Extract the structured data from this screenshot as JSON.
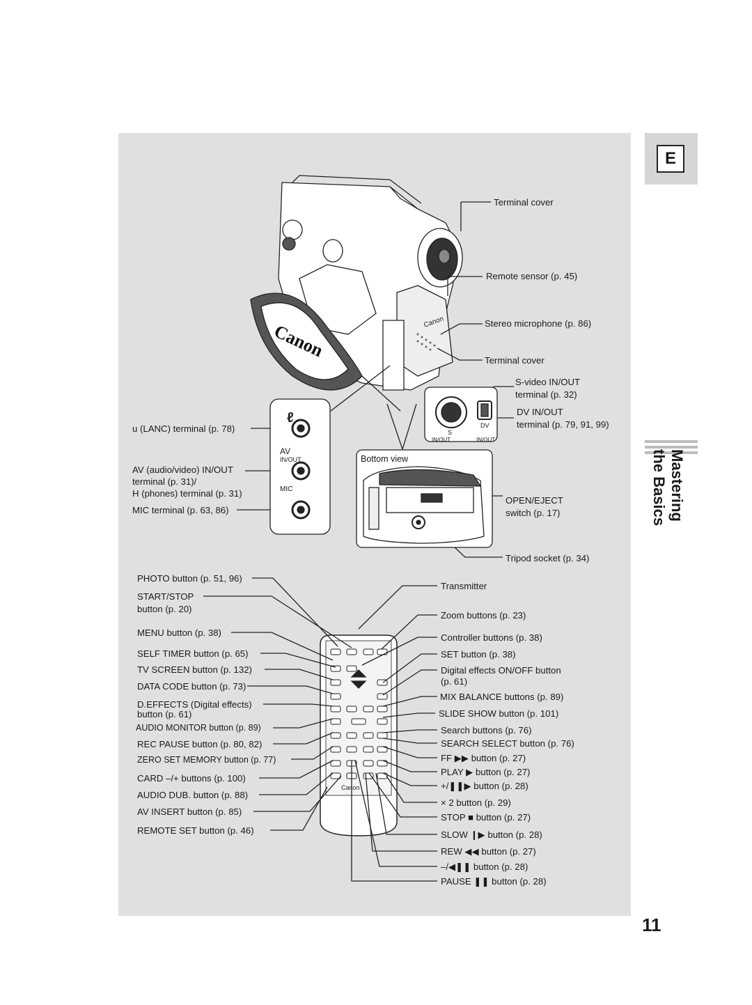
{
  "tab_letter": "E",
  "side_title": {
    "line1": "Mastering",
    "line2": "the Basics"
  },
  "page_number": "11",
  "camera_labels": {
    "terminal_cover_top": "Terminal cover",
    "remote_sensor": "Remote sensor (p. 45)",
    "stereo_mic": "Stereo microphone (p. 86)",
    "terminal_cover_bottom": "Terminal cover",
    "svideo_l1": "S-video IN/OUT",
    "svideo_l2": "terminal (p. 32)",
    "dv_l1": "DV IN/OUT",
    "dv_l2": "terminal (p. 79, 91, 99)",
    "lanc": "u  (LANC) terminal (p. 78)",
    "av_l1": "AV (audio/video) IN/OUT",
    "av_l2": "terminal (p. 31)/",
    "av_l3": "H (phones) terminal (p. 31)",
    "mic": "MIC terminal (p. 63, 86)",
    "bottom_view": "Bottom view",
    "open_eject_l1": "OPEN/EJECT",
    "open_eject_l2": "switch (p. 17)",
    "tripod": "Tripod socket (p. 34)"
  },
  "panel_marks": {
    "av": "AV",
    "inout": "IN/OUT",
    "mic": "MIC",
    "dv": "DV",
    "s": "S",
    "inout_a": "IN/OUT",
    "inout_b": "IN/OUT",
    "brand": "Canon"
  },
  "remote_left": [
    "PHOTO button (p. 51, 96)",
    "START/STOP",
    "button (p. 20)",
    "MENU button (p. 38)",
    "SELF TIMER button (p. 65)",
    "TV SCREEN button (p. 132)",
    "DATA CODE button (p. 73)",
    "D.EFFECTS (Digital effects)",
    "button (p. 61)",
    "AUDIO MONITOR button (p. 89)",
    "REC PAUSE button (p. 80, 82)",
    "ZERO SET MEMORY button (p. 77)",
    "CARD –/+ buttons (p. 100)",
    "AUDIO DUB. button (p. 88)",
    "AV INSERT button (p. 85)",
    "REMOTE SET button (p. 46)"
  ],
  "remote_right": [
    "Transmitter",
    "Zoom buttons (p. 23)",
    "Controller buttons (p. 38)",
    "SET button (p. 38)",
    "Digital effects ON/OFF button",
    "(p. 61)",
    "MIX BALANCE buttons (p. 89)",
    "SLIDE SHOW button (p. 101)",
    "Search buttons (p. 76)",
    "SEARCH SELECT button (p. 76)",
    "FF ▶▶ button (p. 27)",
    "PLAY ▶ button (p. 27)",
    "+/❚❚▶ button (p. 28)",
    "× 2 button (p. 29)",
    "STOP ■ button (p. 27)",
    "SLOW ❙▶ button (p. 28)",
    "REW ◀◀ button (p. 27)",
    "–/◀❚❚ button (p. 28)",
    "PAUSE ❚❚ button (p. 28)"
  ]
}
